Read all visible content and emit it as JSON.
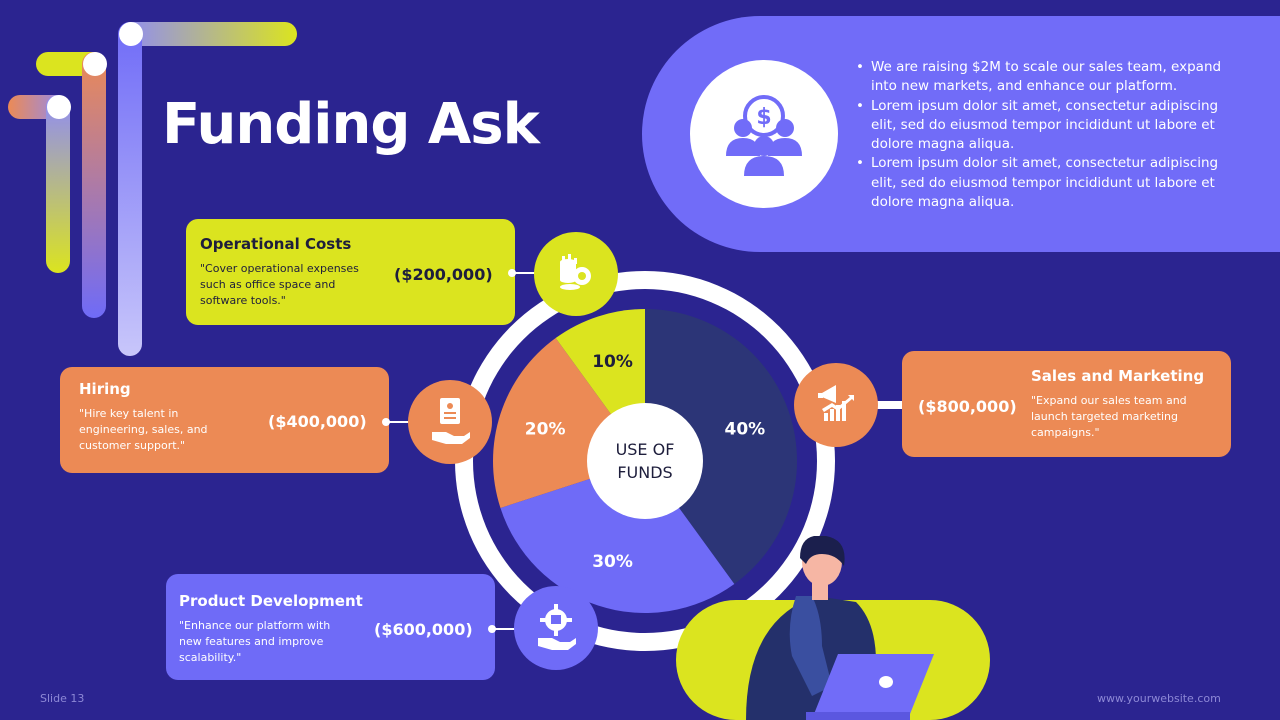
{
  "title": "Funding Ask",
  "info": {
    "bullets": [
      "We are raising $2M to scale our sales team, expand into new markets, and enhance our platform.",
      "Lorem ipsum dolor sit amet, consectetur adipiscing elit, sed do eiusmod tempor incididunt ut labore et dolore magna aliqua.",
      "Lorem ipsum dolor sit amet, consectetur adipiscing elit, sed do eiusmod tempor incididunt ut labore et dolore magna aliqua."
    ]
  },
  "cards": {
    "operational": {
      "title": "Operational Costs",
      "desc": "\"Cover operational expenses such as office space and software tools.\"",
      "amount": "($200,000)"
    },
    "hiring": {
      "title": "Hiring",
      "desc": "\"Hire key talent in engineering, sales, and customer support.\"",
      "amount": "($400,000)"
    },
    "product": {
      "title": "Product Development",
      "desc": "\"Enhance our platform with new features and improve scalability.\"",
      "amount": "($600,000)"
    },
    "sales": {
      "title": "Sales and Marketing",
      "desc": "\"Expand our sales team and launch targeted marketing campaigns.\"",
      "amount": "($800,000)"
    }
  },
  "chart_data": {
    "type": "pie",
    "title": "USE OF FUNDS",
    "categories": [
      "Sales and Marketing",
      "Product Development",
      "Hiring",
      "Operational Costs"
    ],
    "values": [
      40,
      30,
      20,
      10
    ],
    "labels": [
      "40%",
      "30%",
      "20%",
      "10%"
    ],
    "colors": [
      "#2c3577",
      "#6f6bf7",
      "#ec8a55",
      "#dbe41f"
    ],
    "label_colors": [
      "#ffffff",
      "#ffffff",
      "#ffffff",
      "#1e1e3c"
    ]
  },
  "footer": {
    "slide": "Slide 13",
    "website": "www.yourwebsite.com"
  },
  "colors": {
    "background": "#2b2490",
    "purple": "#716cf8",
    "orange": "#ec8a55",
    "lime": "#dbe41f",
    "navy": "#2c3577"
  },
  "icons": {
    "info": "investor-group-icon",
    "operational": "coins-gear-icon",
    "hiring": "resume-hand-icon",
    "product": "gear-hand-icon",
    "sales": "megaphone-chart-icon"
  }
}
